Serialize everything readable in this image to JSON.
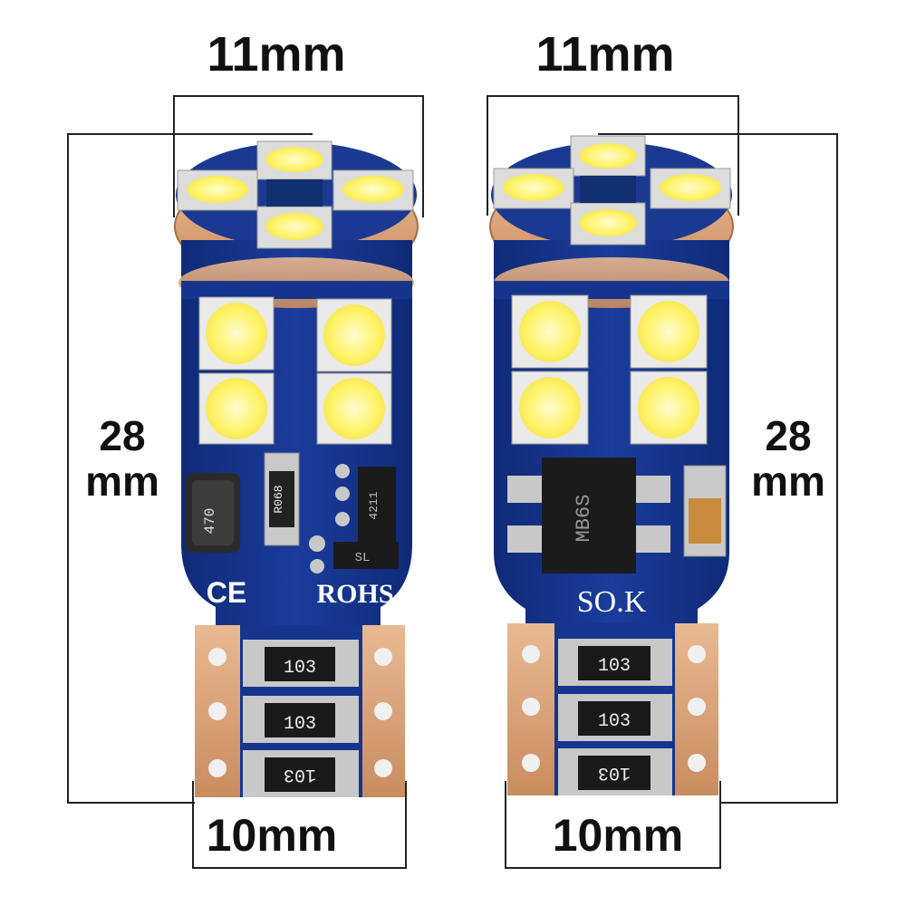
{
  "dimensions": {
    "cap_width": "11mm",
    "length_value": "28",
    "length_unit": "mm",
    "base_width": "10mm"
  },
  "left_bulb": {
    "inductor_marking": "470",
    "resistor_marking": "R068",
    "ic_marking": "4211",
    "diode_marking": "SL",
    "ce_mark": "CE",
    "rohs_mark": "ROHS",
    "base_resistor_markings": [
      "103",
      "103",
      "103"
    ]
  },
  "right_bulb": {
    "bridge_marking": "MB6S",
    "brand_mark": "SO.K",
    "base_resistor_markings": [
      "103",
      "103",
      "103"
    ]
  },
  "colors": {
    "pcb_blue": "#16358c",
    "led_yellow": "#fff36a",
    "copper": "#d9a077"
  }
}
